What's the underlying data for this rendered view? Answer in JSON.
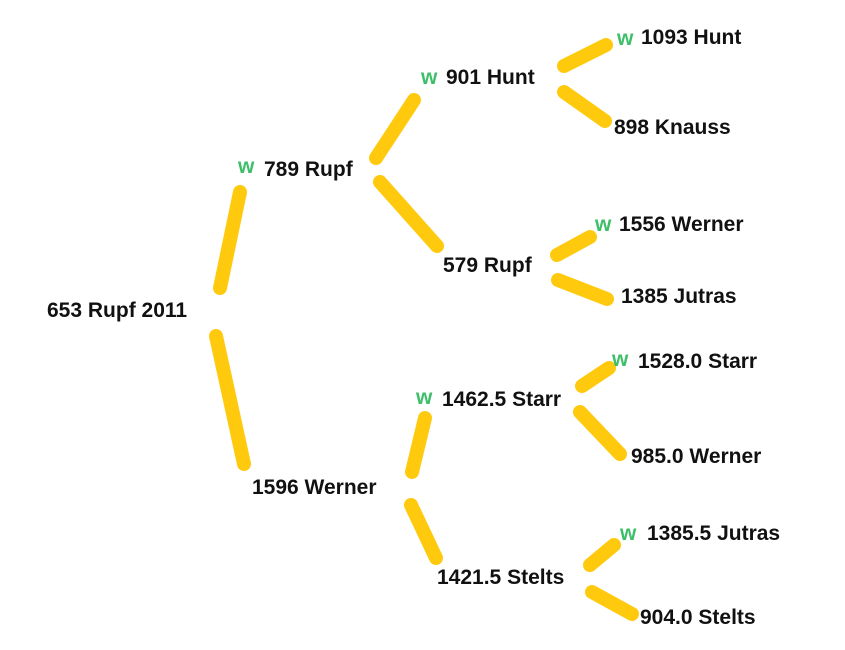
{
  "colors": {
    "branch": "#FFC90E",
    "winner_mark": "#3DBF6A",
    "text": "#111111"
  },
  "winner_mark": "w",
  "nodes": {
    "root": "653 Rupf 2011",
    "n789": "789 Rupf",
    "n901": "901 Hunt",
    "n1093": "1093 Hunt",
    "n898": "898 Knauss",
    "n579": "579 Rupf",
    "n1556": "1556 Werner",
    "n1385": "1385 Jutras",
    "n1596": "1596 Werner",
    "n1462": "1462.5 Starr",
    "n1528": "1528.0 Starr",
    "n985": "985.0 Werner",
    "n1421": "1421.5 Stelts",
    "n13855": "1385.5 Jutras",
    "n904": "904.0 Stelts"
  }
}
